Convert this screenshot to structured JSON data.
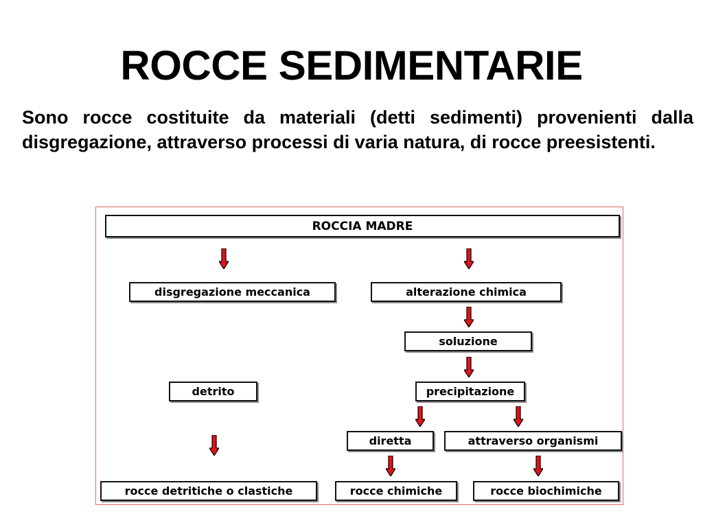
{
  "slide": {
    "title": "ROCCE SEDIMENTARIE",
    "intro_parts": [
      "Sono rocce costituite da materiali (detti sedimenti) provenienti dalla disgregazione, attraverso processi di varia natura, di rocce preesistenti",
      "."
    ]
  },
  "diagram": {
    "nodes": {
      "roccia_madre": "ROCCIA MADRE",
      "disgregazione": "disgregazione meccanica",
      "alterazione": "alterazione chimica",
      "soluzione": "soluzione",
      "detrito": "detrito",
      "precipitazione": "precipitazione",
      "diretta": "diretta",
      "organismi": "attraverso organismi",
      "detritiche": "rocce detritiche o clastiche",
      "chimiche": "rocce chimiche",
      "biochimiche": "rocce biochimiche"
    },
    "colors": {
      "arrow_fill": "#e0141b",
      "frame_border": "#e06666"
    }
  }
}
